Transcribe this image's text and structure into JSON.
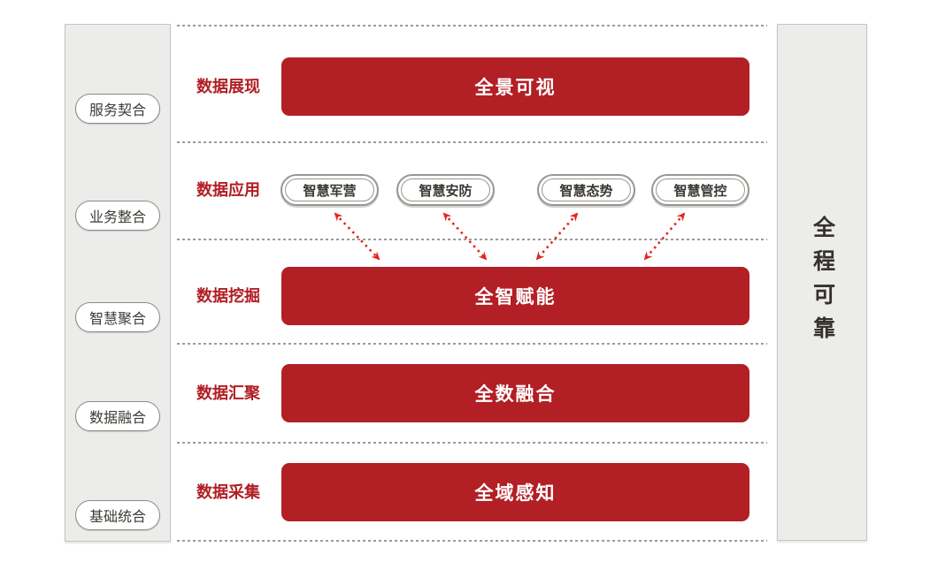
{
  "colors": {
    "bar_red": "#b21f24",
    "label_red": "#b01e24",
    "arrow_red": "#e5241f"
  },
  "left_sidebar": {
    "items": [
      "服务契合",
      "业务整合",
      "智慧聚合",
      "数据融合",
      "基础统合"
    ]
  },
  "right_sidebar": {
    "label": "全程可靠"
  },
  "rows": [
    {
      "label": "数据展现",
      "bar": "全景可视"
    },
    {
      "label": "数据应用",
      "pills": [
        "智慧军营",
        "智慧安防",
        "智慧态势",
        "智慧管控"
      ]
    },
    {
      "label": "数据挖掘",
      "bar": "全智赋能"
    },
    {
      "label": "数据汇聚",
      "bar": "全数融合"
    },
    {
      "label": "数据采集",
      "bar": "全域感知"
    }
  ]
}
